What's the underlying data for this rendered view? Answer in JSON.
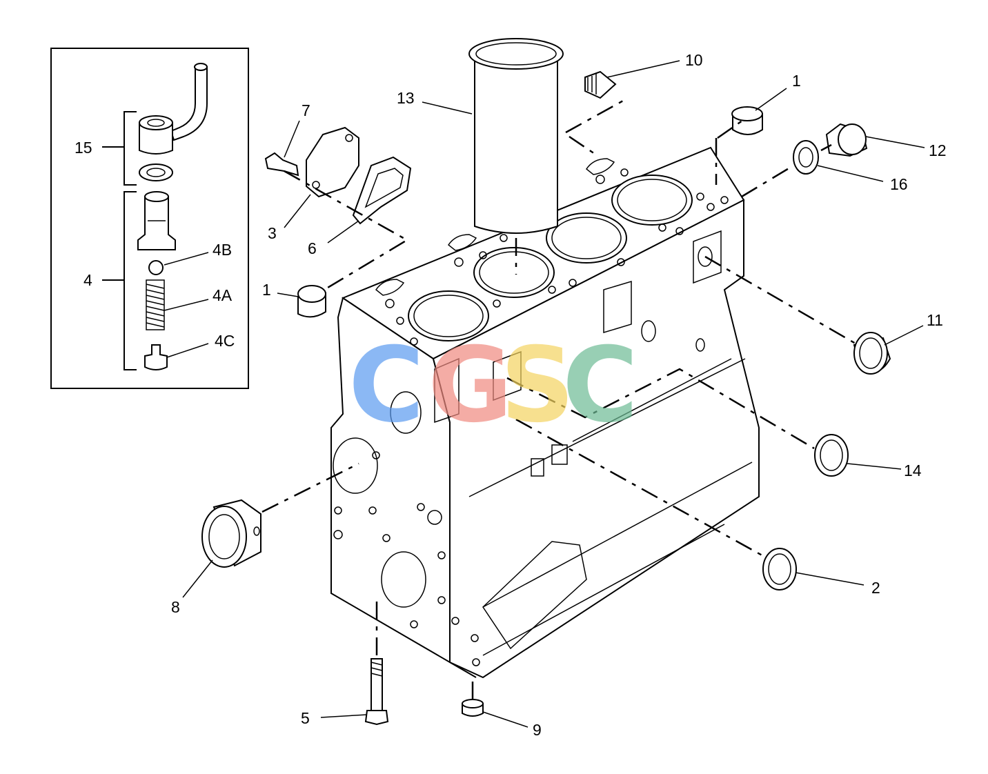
{
  "labels": {
    "l1a": "1",
    "l1b": "1",
    "l2": "2",
    "l3": "3",
    "l4": "4",
    "l4a": "4A",
    "l4b": "4B",
    "l4c": "4C",
    "l5": "5",
    "l6": "6",
    "l7": "7",
    "l8": "8",
    "l9": "9",
    "l10": "10",
    "l11": "11",
    "l12": "12",
    "l13": "13",
    "l14": "14",
    "l15": "15",
    "l16": "16"
  },
  "watermark": {
    "letters": [
      "C",
      "G",
      "S",
      "C"
    ],
    "colors": [
      "#5b9bf0",
      "#f08a80",
      "#f5d460",
      "#6dbb95"
    ]
  }
}
